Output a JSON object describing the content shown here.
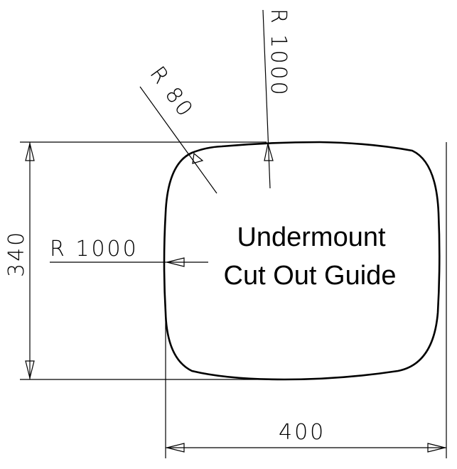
{
  "diagram": {
    "title_lines": [
      "Undermount",
      "Cut Out Guide"
    ],
    "dimensions": {
      "height_label": "340",
      "width_label": "400",
      "radius_top_label": "R 1000",
      "radius_corner_label": "R 80",
      "radius_side_label": "R 1000"
    }
  }
}
